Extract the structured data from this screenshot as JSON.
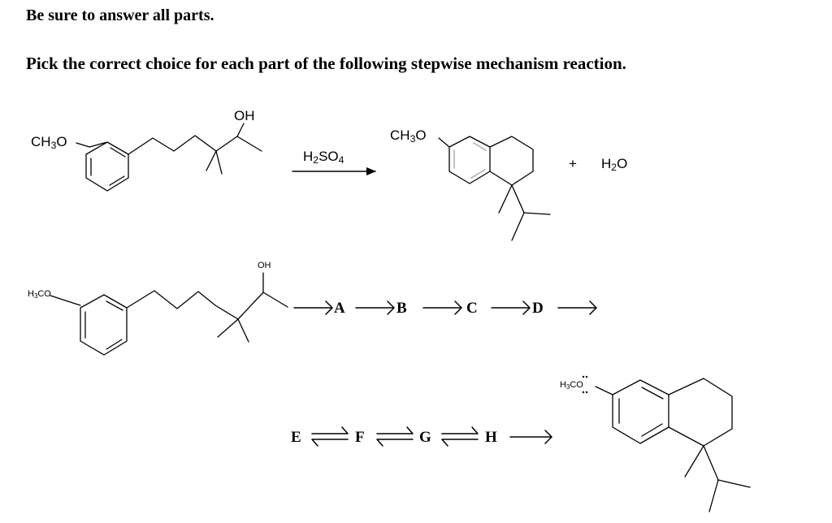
{
  "instructions": {
    "line1": "Be sure to answer all parts.",
    "line2": "Pick the correct choice for each part of the following stepwise mechanism reaction."
  },
  "overall_reaction": {
    "reactant_substituent": "CH3O",
    "reactant_group": "OH",
    "reagent": "H2SO4",
    "product_substituent": "CH3O",
    "plus": "+",
    "byproduct": "H2O"
  },
  "mechanism": {
    "start_substituent": "H3CO",
    "start_group": "OH",
    "row1_steps": [
      "A",
      "B",
      "C",
      "D"
    ],
    "row2_steps": [
      "E",
      "F",
      "G",
      "H"
    ],
    "final_substituent": "H3CO"
  }
}
